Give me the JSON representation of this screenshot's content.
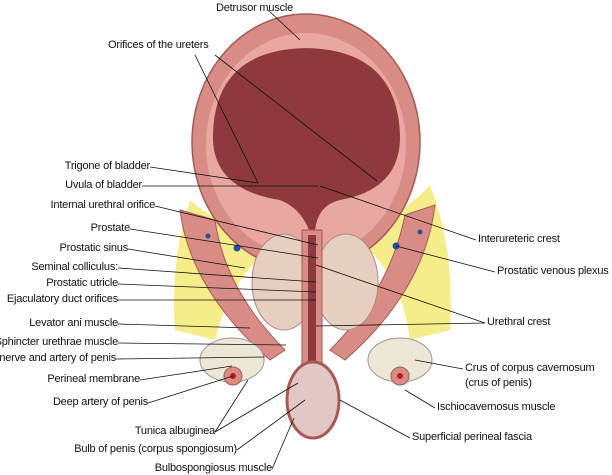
{
  "title": "Male bladder and urethra, coronal section",
  "colors": {
    "muscle": "#d98c86",
    "cavity": "#8e3a3c",
    "fat": "#f5ec8a",
    "prostate": "#e6cfc0",
    "line": "#111111"
  },
  "labels_left": [
    "Trigone of bladder",
    "Uvula of bladder",
    "Internal urethral orifice",
    "Prostate",
    "Prostatic sinus",
    "Seminal colliculus:",
    "Prostatic utricle",
    "Ejaculatory duct orifices",
    "Levator ani muscle",
    "Sphincter urethrae muscle",
    "Dorsal nerve and artery of penis",
    "Perineal membrane",
    "Deep artery of penis",
    "Tunica albuginea",
    "Bulb of penis (corpus spongiosum)",
    "Bulbospongiosus muscle"
  ],
  "labels_top": [
    "Detrusor muscle",
    "Orifices of the ureters"
  ],
  "labels_right": [
    "Interureteric crest",
    "Prostatic venous plexus",
    "Urethral crest",
    "Crus of corpus cavernosum",
    "(crus of penis)",
    "Ischiocavernosus muscle",
    "Superficial perineal fascia"
  ]
}
